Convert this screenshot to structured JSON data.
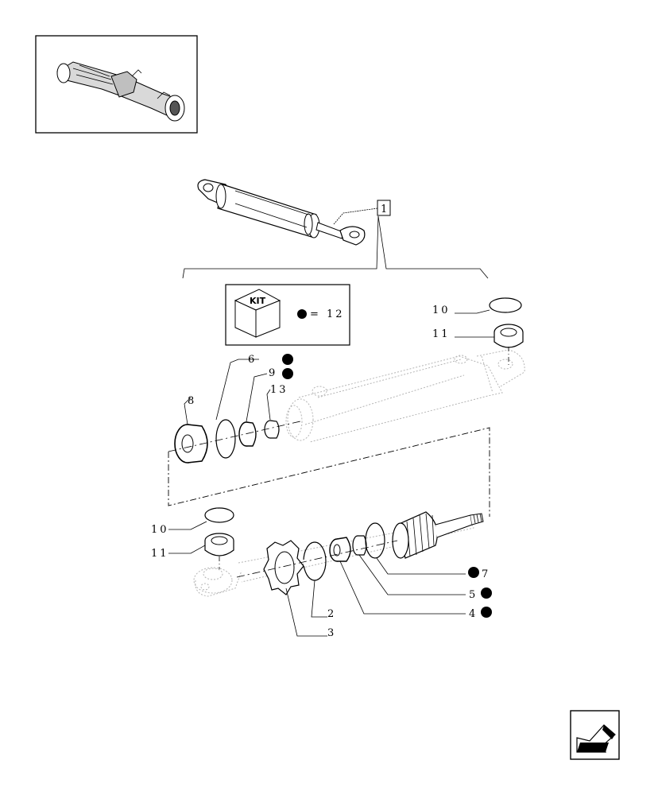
{
  "callouts": {
    "assembly": "1",
    "kit_equals": "= 12",
    "kit_badge": "KIT",
    "c10_top": "10",
    "c11_top": "11",
    "c6": "6",
    "c9": "9",
    "c13": "13",
    "c8": "8",
    "c10_bottom": "10",
    "c11_bottom": "11",
    "c7": "7",
    "c5": "5",
    "c4": "4",
    "c2": "2",
    "c3": "3"
  },
  "icons": {
    "thumbnail": "axle-thumbnail-icon",
    "kit": "kit-box-icon",
    "navigation": "next-page-arrow-icon"
  },
  "colors": {
    "ink": "#000000",
    "ghost": "#b5b5b5",
    "background": "#ffffff"
  }
}
